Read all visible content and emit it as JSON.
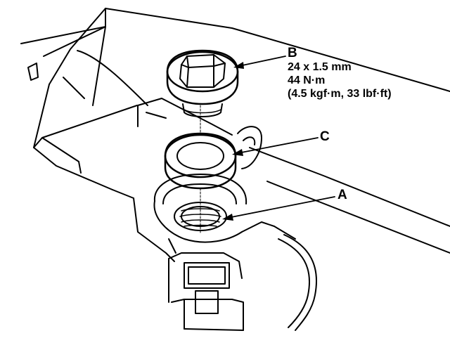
{
  "diagram": {
    "callouts": {
      "a": {
        "letter": "A"
      },
      "b": {
        "letter": "B",
        "spec": [
          "24 x 1.5 mm",
          "44 N·m",
          "(4.5 kgf·m, 33 lbf·ft)"
        ]
      },
      "c": {
        "letter": "C"
      }
    },
    "colors": {
      "ink": "#000000",
      "paper": "#ffffff"
    }
  }
}
